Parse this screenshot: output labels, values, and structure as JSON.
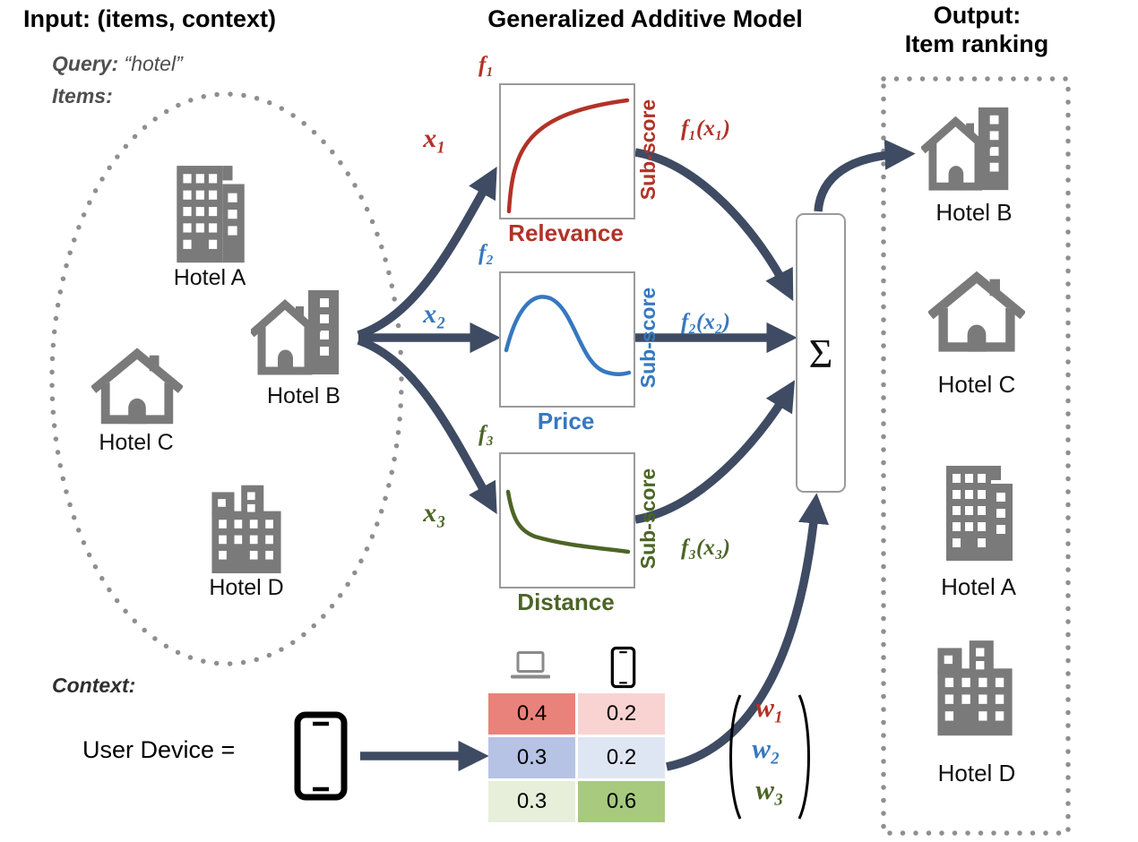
{
  "titles": {
    "input": "Input: (items, context)",
    "model": "Generalized Additive Model",
    "output_line1": "Output:",
    "output_line2": "Item ranking"
  },
  "input_panel": {
    "query_label": "Query:",
    "query_value": "“hotel”",
    "items_label": "Items:",
    "hotel_a": "Hotel A",
    "hotel_b": "Hotel B",
    "hotel_c": "Hotel C",
    "hotel_d": "Hotel D",
    "context_label": "Context:",
    "user_device_label": "User Device ="
  },
  "model_panel": {
    "sum_symbol": "Σ",
    "functions": [
      {
        "f_label": "f₁",
        "x_label": "x₁",
        "axis_label": "Sub-score",
        "name": "Relevance",
        "output_label": "f₁(x₁)",
        "color": "#b23227"
      },
      {
        "f_label": "f₂",
        "x_label": "x₂",
        "axis_label": "Sub-score",
        "name": "Price",
        "output_label": "f₂(x₂)",
        "color": "#3678c0"
      },
      {
        "f_label": "f₃",
        "x_label": "x₃",
        "axis_label": "Sub-score",
        "name": "Distance",
        "output_label": "f₃(x₃)",
        "color": "#4c6526"
      }
    ]
  },
  "context_panel": {
    "table": {
      "column_icons": [
        "laptop",
        "phone"
      ],
      "rows": [
        {
          "values": [
            "0.4",
            "0.2"
          ],
          "colors": [
            "#e9827a",
            "#f8d3d1"
          ]
        },
        {
          "values": [
            "0.3",
            "0.2"
          ],
          "colors": [
            "#b6c3e4",
            "#dfe6f3"
          ]
        },
        {
          "values": [
            "0.3",
            "0.6"
          ],
          "colors": [
            "#e7efdb",
            "#a7ca7e"
          ]
        }
      ]
    },
    "weight_vector": {
      "open_paren": "(",
      "close_paren": ")",
      "weights": [
        {
          "label": "w₁",
          "color": "#b23227"
        },
        {
          "label": "w₂",
          "color": "#3678c0"
        },
        {
          "label": "w₃",
          "color": "#4c6526"
        }
      ]
    }
  },
  "output_panel": {
    "ranking": [
      "Hotel B",
      "Hotel C",
      "Hotel A",
      "Hotel D"
    ]
  },
  "palette": {
    "arrow": "#3e4b63",
    "icon_gray": "#7a7a7a",
    "box_border": "#9a9a9a",
    "dotted_gray": "#8f8f8f"
  }
}
